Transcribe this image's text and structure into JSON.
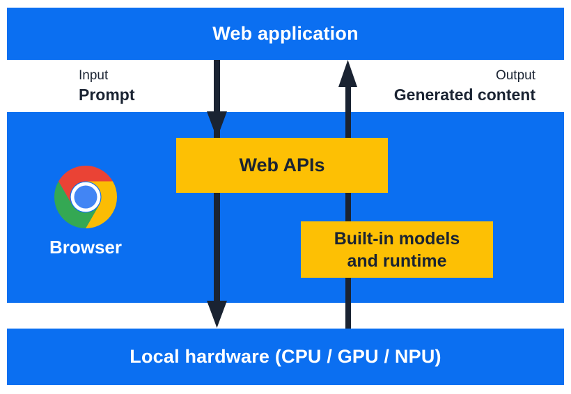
{
  "diagram": {
    "top_bar": {
      "label": "Web application"
    },
    "flow_labels": {
      "input_caption": "Input",
      "input_label": "Prompt",
      "output_caption": "Output",
      "output_label": "Generated content"
    },
    "browser_section": {
      "browser_label": "Browser",
      "web_apis_label": "Web APIs",
      "builtin_models_line1": "Built-in models",
      "builtin_models_line2": "and runtime"
    },
    "bottom_bar": {
      "label": "Local hardware (CPU / GPU / NPU)"
    }
  },
  "icons": {
    "chrome": "chrome-browser-logo",
    "down_arrow": "input-flow-arrow",
    "up_arrow": "output-flow-arrow"
  },
  "colors": {
    "blue": "#0B6FF1",
    "yellow": "#FDC004",
    "navy": "#1A2332",
    "white": "#FFFFFF",
    "chrome_red": "#EA4335",
    "chrome_yellow": "#FBBC04",
    "chrome_green": "#34A853",
    "chrome_blue": "#4285F4"
  }
}
